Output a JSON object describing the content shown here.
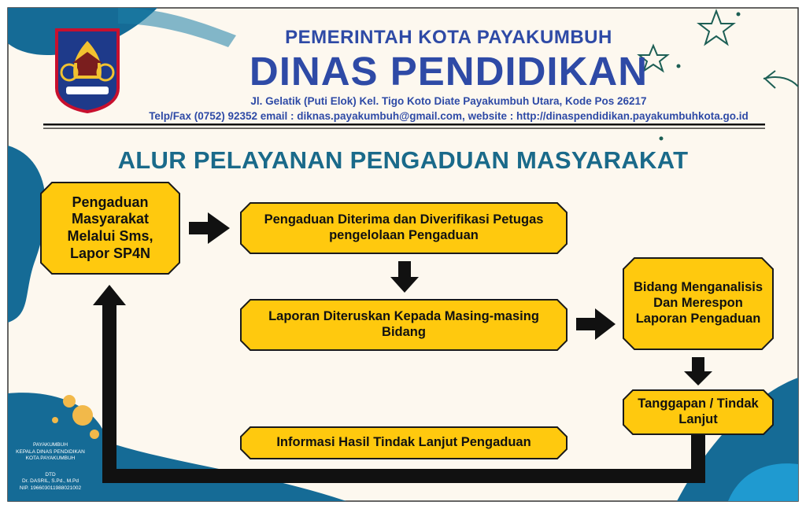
{
  "header": {
    "government": "PEMERINTAH KOTA PAYAKUMBUH",
    "department": "DINAS PENDIDIKAN",
    "address": "Jl. Gelatik (Puti Elok) Kel. Tigo Koto Diate Payakumbuh Utara, Kode Pos 26217",
    "contact": "Telp/Fax (0752) 92352 email : diknas.payakumbuh@gmail.com, website : http://dinaspendidikan.payakumbuhkota.go.id"
  },
  "flow": {
    "title": "ALUR PELAYANAN PENGADUAN MASYARAKAT",
    "steps": [
      "Pengaduan Masyarakat Melalui Sms, Lapor SP4N",
      "Pengaduan Diterima dan Diverifikasi Petugas pengelolaan Pengaduan",
      "Laporan Diteruskan Kepada Masing-masing Bidang",
      "Bidang Menganalisis Dan Merespon Laporan Pengaduan",
      "Tanggapan / Tindak Lanjut",
      "Informasi Hasil Tindak Lanjut Pengaduan"
    ]
  },
  "signature": {
    "city": "PAYAKUMBUH",
    "role": "KEPALA DINAS PENDIDIKAN",
    "region": "KOTA PAYAKUMBUH",
    "mark": "DTD",
    "name": "Dr. DASRIL, S.Pd., M.Pd",
    "nip": "NIP. 196603011988021002"
  },
  "colors": {
    "node_fill": "#FFC90E",
    "node_border": "#1a1a1a",
    "header_blue": "#2e4aa6",
    "title_teal": "#1a6a8a",
    "background_blue": "#156b96",
    "background_cream": "#fdf8ef"
  }
}
